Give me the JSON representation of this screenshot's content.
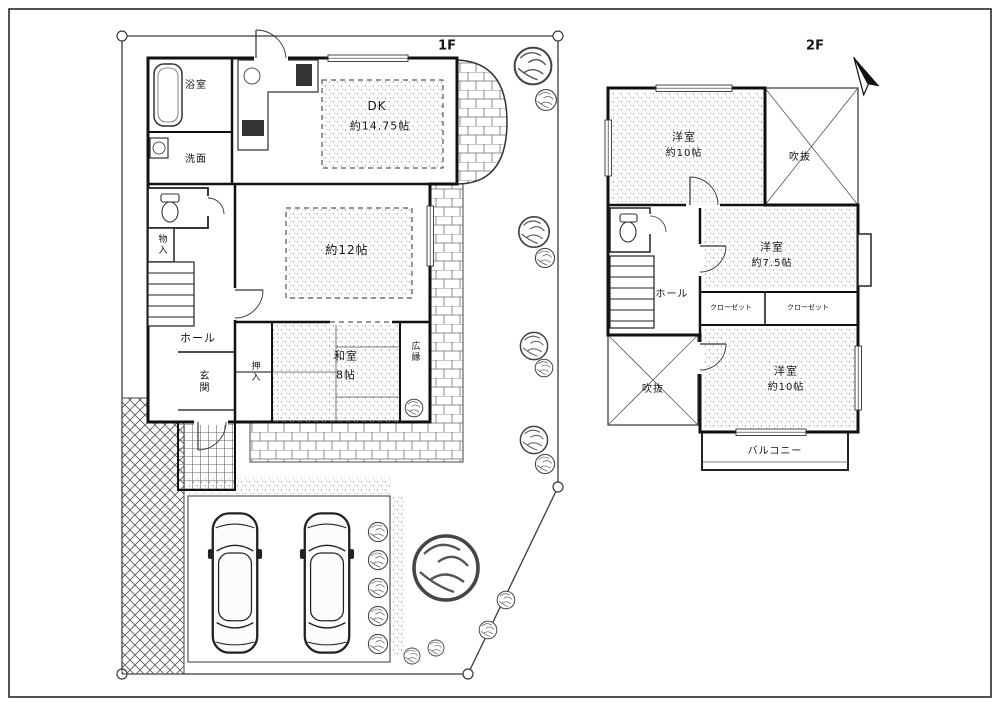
{
  "floors": {
    "f1": {
      "label": "1F",
      "rooms": {
        "bath": "浴室",
        "washroom": "洗面",
        "dk_name": "DK",
        "dk_size": "約14.75帖",
        "living_size": "約12帖",
        "storage": "物入",
        "hall": "ホール",
        "entrance": "玄関",
        "closet": "押入",
        "tatami_name": "和室",
        "tatami_size": "8帖",
        "veranda": "広縁"
      }
    },
    "f2": {
      "label": "2F",
      "rooms": {
        "bedroom1_name": "洋室",
        "bedroom1_size": "約10帖",
        "void_top": "吹抜",
        "bedroom2_name": "洋室",
        "bedroom2_size": "約7.5帖",
        "hall": "ホール",
        "closet1": "クローゼット",
        "closet2": "クローゼット",
        "bedroom3_name": "洋室",
        "bedroom3_size": "約10帖",
        "void_bottom": "吹抜",
        "balcony": "バルコニー"
      }
    }
  },
  "colors": {
    "ink": "#1a1a1a",
    "paper": "#ffffff"
  }
}
